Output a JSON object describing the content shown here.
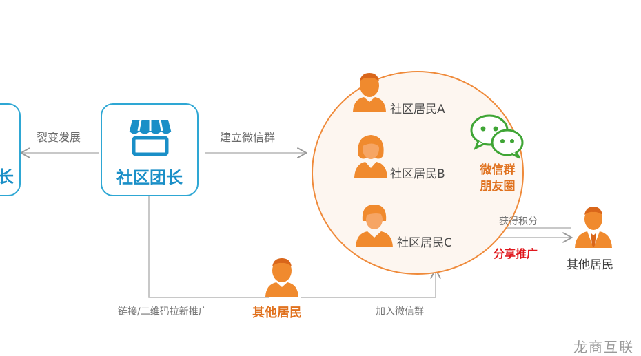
{
  "left_card": {
    "title": "长"
  },
  "main_card": {
    "title": "社区团长"
  },
  "labels": {
    "fission": "裂变发展",
    "build_group": "建立微信群",
    "qr_promote": "链接/二维码拉新推广",
    "join_group": "加入微信群",
    "get_points": "获得积分",
    "share_promote": "分享推广"
  },
  "residents": [
    {
      "label": "社区居民A"
    },
    {
      "label": "社区居民B"
    },
    {
      "label": "社区居民C"
    }
  ],
  "wechat": {
    "line1": "微信群",
    "line2": "朋友圈"
  },
  "other_bottom": {
    "label": "其他居民"
  },
  "other_right": {
    "label": "其他居民"
  },
  "watermark": "龙商互联",
  "colors": {
    "orange": "#f08a2e",
    "blue": "#2ea7d4",
    "green": "#3fa535",
    "red": "#e0181e"
  }
}
